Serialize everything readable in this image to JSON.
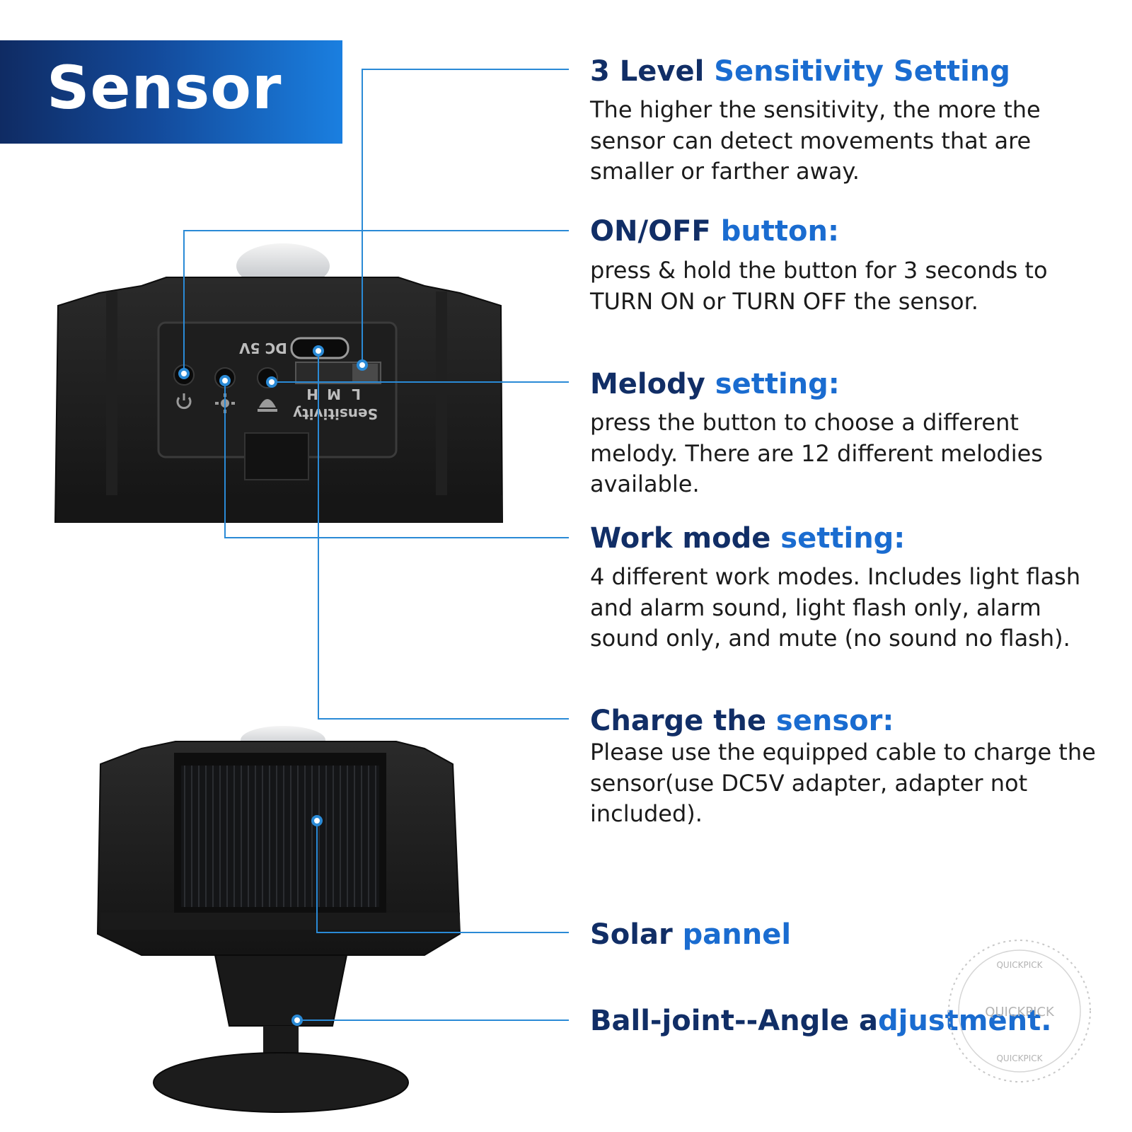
{
  "title": "Sensor",
  "features": [
    {
      "head_dark": "3 Level",
      "head_blue": "Sensitivity Setting",
      "body": "The higher the sensitivity, the more the sensor can detect movements that are smaller or farther away."
    },
    {
      "head_dark": "ON/OFF",
      "head_blue": "button:",
      "body": "press & hold the button for 3 seconds to TURN ON or TURN OFF the sensor."
    },
    {
      "head_dark": "Melody",
      "head_blue": "setting:",
      "body": "press the button to choose a different melody. There are 12 different melodies available."
    },
    {
      "head_dark": "Work mode",
      "head_blue": "setting:",
      "body": "4 different work modes. Includes light flash and alarm sound, light flash only, alarm sound only, and mute (no sound no flash)."
    },
    {
      "head_dark": "Charge the",
      "head_blue": "sensor:",
      "body": "Please use the equipped cable to charge the sensor(use DC5V adapter, adapter not included)."
    },
    {
      "head_dark": "Solar",
      "head_blue": "pannel",
      "body": ""
    },
    {
      "head_dark": "Ball-joint--Angle a",
      "head_blue": "djustment.",
      "body": ""
    }
  ],
  "device": {
    "port_label": "DC 5V",
    "sensitivity_label": "Sensitivity",
    "levels": [
      "L",
      "M",
      "H"
    ]
  },
  "watermark": "QUICKPICK",
  "colors": {
    "navy": "#112e66",
    "blue": "#1a6cd0",
    "line": "#2a8ad6",
    "banner_end": "#1a7fe0"
  }
}
